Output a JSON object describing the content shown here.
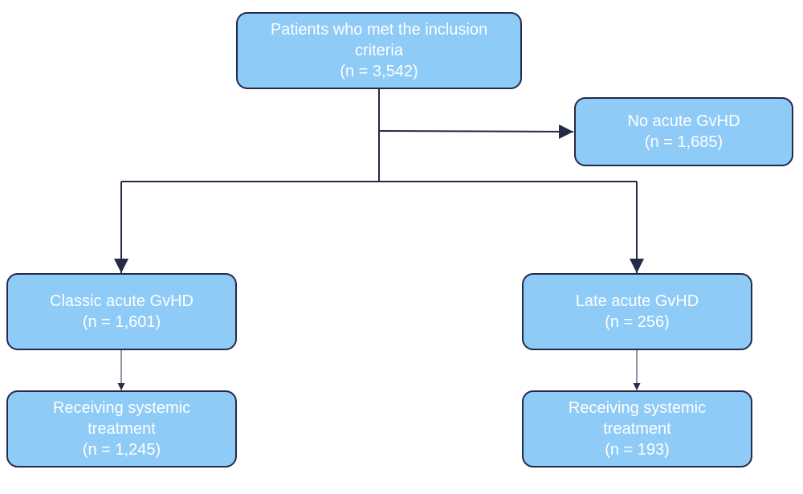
{
  "colors": {
    "box_fill": "#8ecbf7",
    "box_border": "#252a47",
    "text": "#ffffff",
    "connector": "#252a47"
  },
  "nodes": {
    "inclusion": {
      "line1": "Patients who met the inclusion",
      "line2": "criteria",
      "count": "(n = 3,542)"
    },
    "no_acute": {
      "line1": "No acute GvHD",
      "count": "(n = 1,685)"
    },
    "classic": {
      "line1": "Classic acute GvHD",
      "count": "(n = 1,601)"
    },
    "late": {
      "line1": "Late acute GvHD",
      "count": "(n = 256)"
    },
    "classic_treat": {
      "line1": "Receiving systemic",
      "line2": "treatment",
      "count": "(n = 1,245)"
    },
    "late_treat": {
      "line1": "Receiving systemic",
      "line2": "treatment",
      "count": "(n = 193)"
    }
  }
}
